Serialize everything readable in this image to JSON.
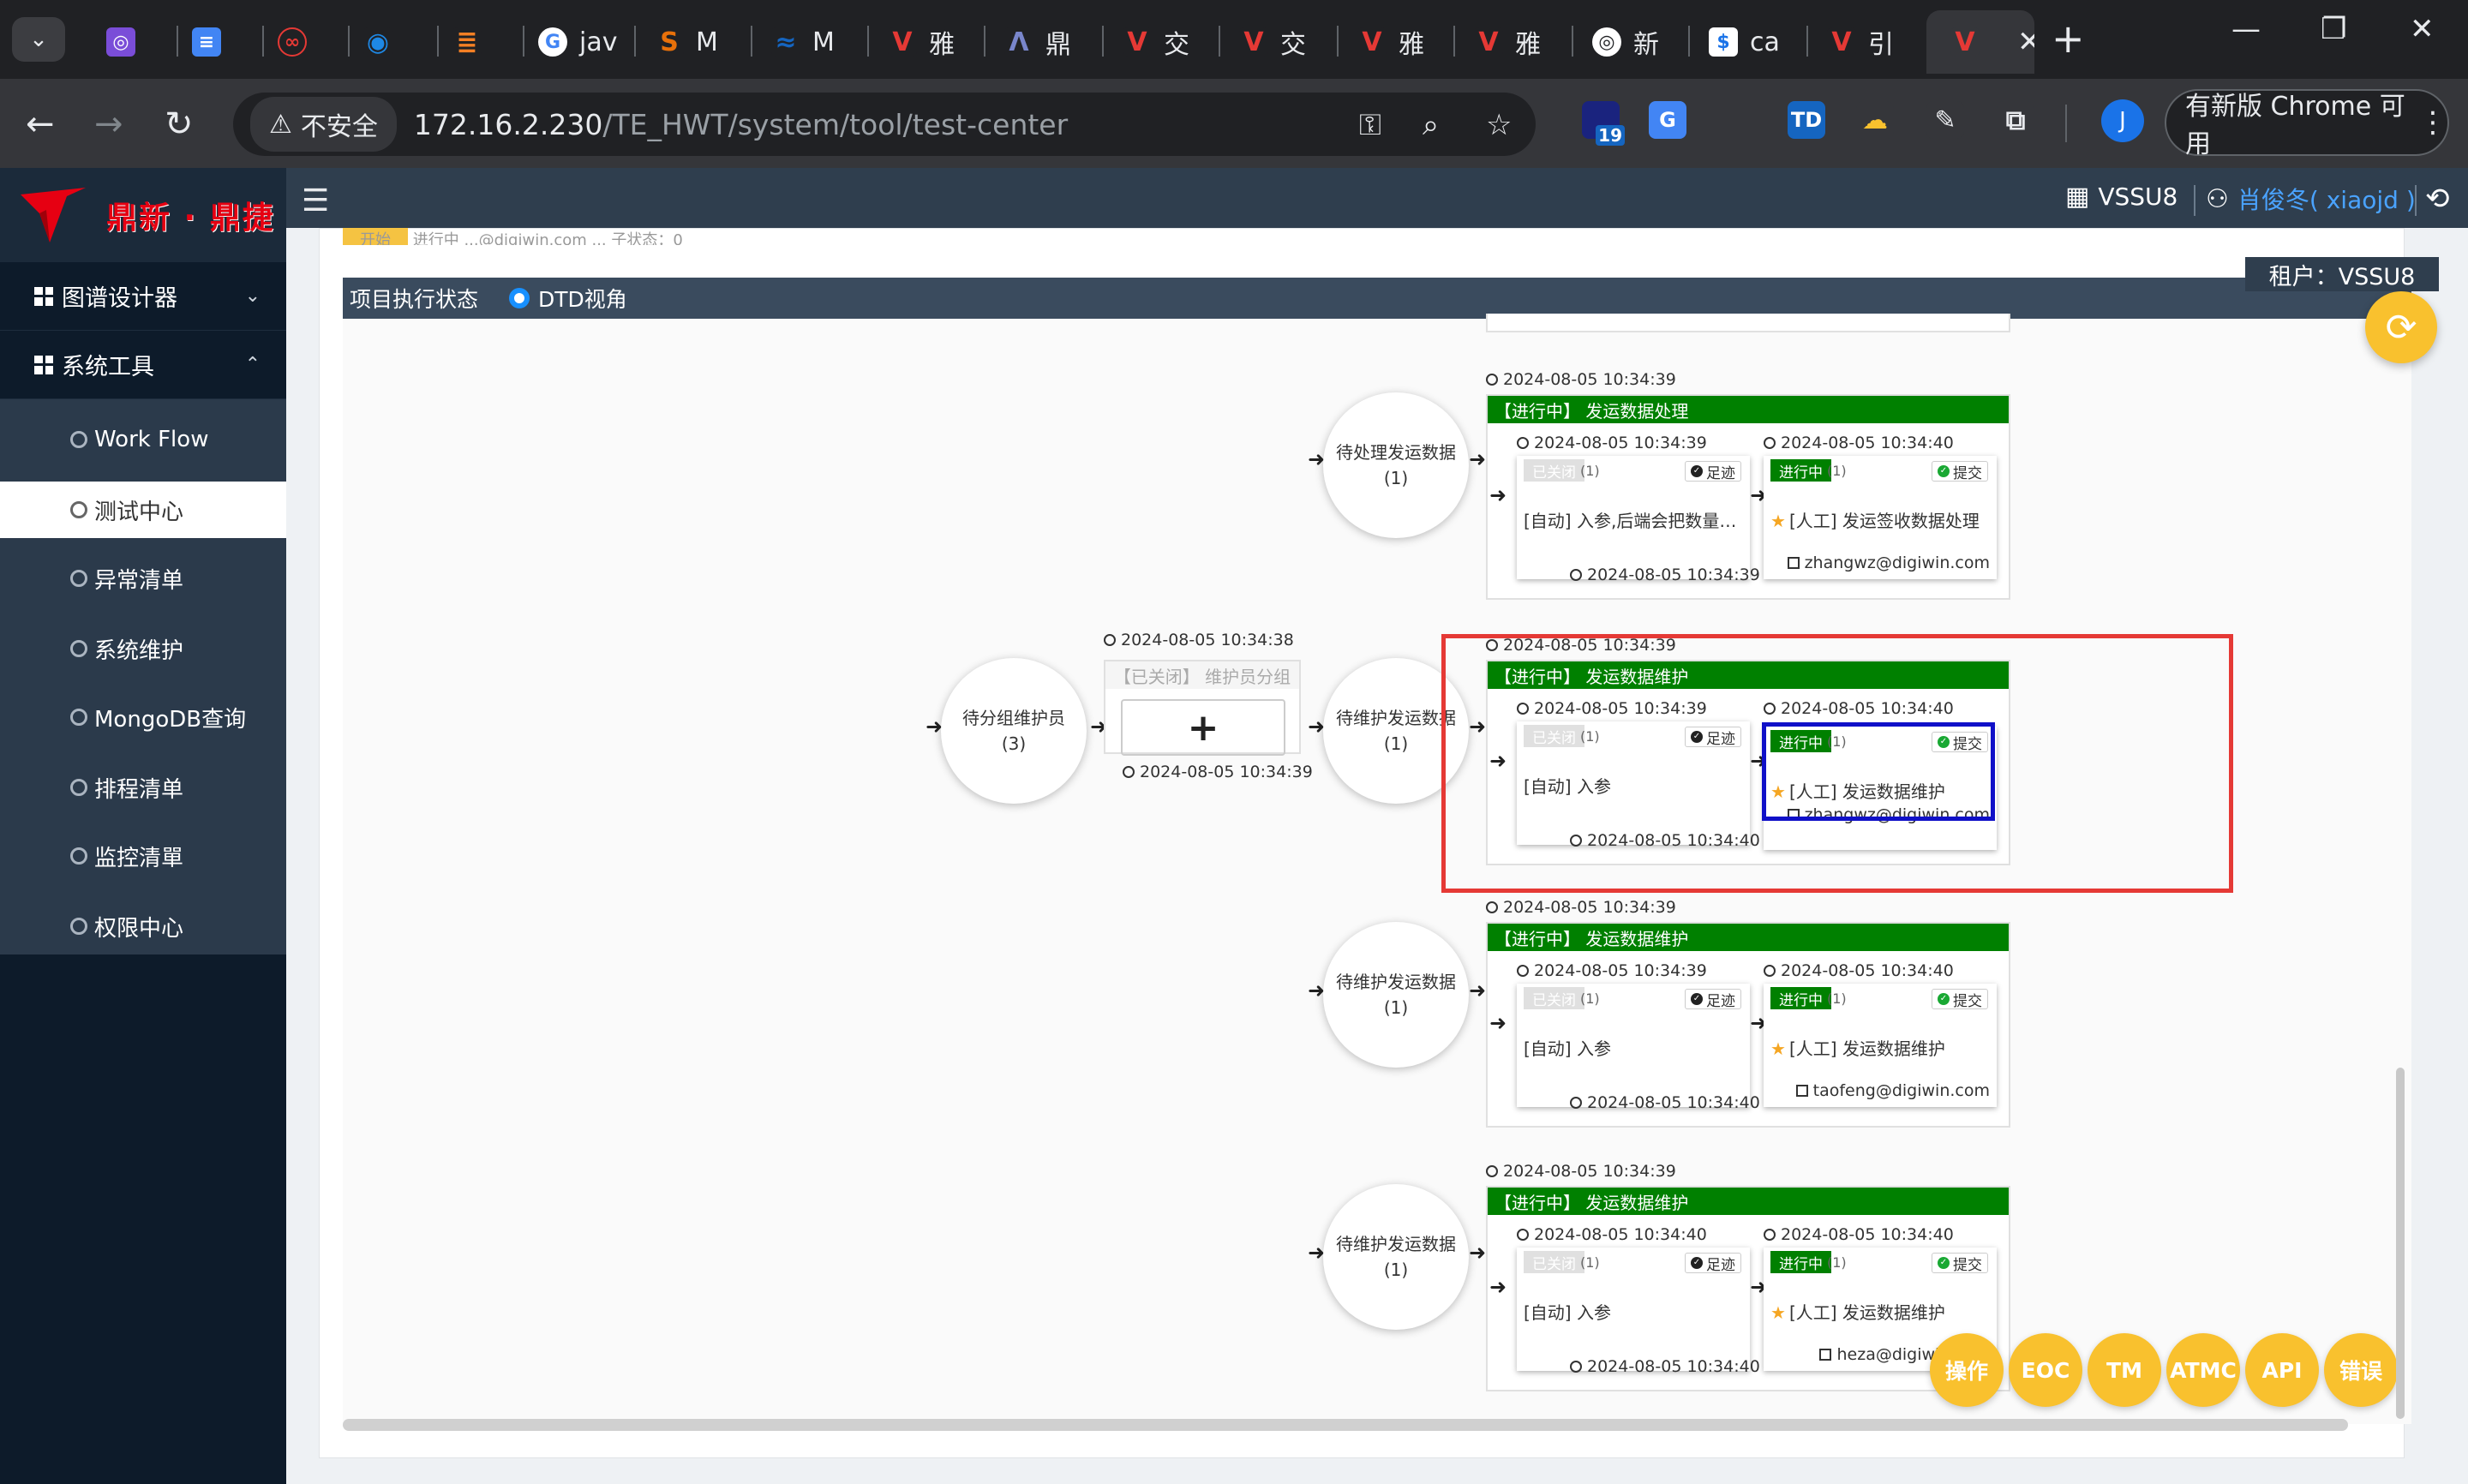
{
  "browser": {
    "tabs": [
      {
        "label": "",
        "color": "#7a4dd8"
      },
      {
        "label": "",
        "color": "#4285f4"
      },
      {
        "label": "",
        "color": "#e53935"
      },
      {
        "label": "",
        "color": "#1e88e5"
      },
      {
        "label": "",
        "color": "#f48024"
      },
      {
        "label": "jav",
        "color": "#ffffff"
      },
      {
        "label": "M",
        "color": "#e8710a"
      },
      {
        "label": "M",
        "color": "#1565c0"
      },
      {
        "label": "雅",
        "color": "#e53935"
      },
      {
        "label": "鼎",
        "color": "#3949ab"
      },
      {
        "label": "交",
        "color": "#e53935"
      },
      {
        "label": "交",
        "color": "#e53935"
      },
      {
        "label": "雅",
        "color": "#e53935"
      },
      {
        "label": "雅",
        "color": "#e53935"
      },
      {
        "label": "新",
        "color": "#ffffff"
      },
      {
        "label": "ca",
        "color": "#1a73e8"
      },
      {
        "label": "引",
        "color": "#e53935"
      }
    ],
    "active_tab_close": "✕",
    "new_tab": "+",
    "not_secure": "不安全",
    "url_host": "172.16.2.230",
    "url_path": "/TE_HWT/system/tool/test-center",
    "ext_badge": "19",
    "avatar_letter": "J",
    "update_label": "有新版 Chrome 可用"
  },
  "header": {
    "logo_text": "鼎新 · 鼎捷",
    "tenant_code": "VSSU8",
    "user": "肖俊冬( xiaojd )",
    "tenant_label": "租户：VSSU8"
  },
  "sidebar": {
    "groups": [
      {
        "label": "图谱设计器",
        "chev": "⌄"
      },
      {
        "label": "系统工具",
        "chev": "⌃"
      }
    ],
    "items": [
      {
        "label": "Work Flow"
      },
      {
        "label": "测试中心"
      },
      {
        "label": "异常清单"
      },
      {
        "label": "系统维护"
      },
      {
        "label": "MongoDB查询"
      },
      {
        "label": "排程清单"
      },
      {
        "label": "监控清單"
      },
      {
        "label": "权限中心"
      }
    ]
  },
  "content": {
    "peek_tag": "开始",
    "peek_text": "进行中 ...@digiwin.com ... 子状态：0",
    "status_title": "项目执行状态",
    "view_label": "DTD视角",
    "group_node": {
      "head": "【已关闭】 维护员分组",
      "plus": "+",
      "ts_top": "2024-08-05 10:34:38",
      "ts_bottom": "2024-08-05 10:34:39"
    },
    "start_circle": {
      "title": "待分组维护员",
      "count": "(3)"
    },
    "flows": [
      {
        "circle": {
          "title": "待处理发运数据",
          "count": "(1)"
        },
        "ts": "2024-08-05 10:34:39",
        "head": "【进行中】 发运数据处理",
        "left_card": {
          "ts": "2024-08-05 10:34:39",
          "badge": "已关闭",
          "count": "(1)",
          "btn": "足迹",
          "body": "[自动] 入参,后端会把数量有...",
          "ts_bottom": "2024-08-05 10:34:39"
        },
        "right_card": {
          "ts": "2024-08-05 10:34:40",
          "badge": "进行中",
          "count": "(1)",
          "btn": "提交",
          "body": "[人工] 发运签收数据处理",
          "user": "zhangwz@digiwin.com"
        }
      },
      {
        "circle": {
          "title": "待维护发运数据",
          "count": "(1)"
        },
        "ts": "2024-08-05 10:34:39",
        "head": "【进行中】 发运数据维护",
        "left_card": {
          "ts": "2024-08-05 10:34:39",
          "badge": "已关闭",
          "count": "(1)",
          "btn": "足迹",
          "body": "[自动] 入参",
          "ts_bottom": "2024-08-05 10:34:40"
        },
        "right_card": {
          "ts": "2024-08-05 10:34:40",
          "badge": "进行中",
          "count": "(1)",
          "btn": "提交",
          "body": "[人工] 发运数据维护",
          "user": "zhangwz@digiwin.com"
        }
      },
      {
        "circle": {
          "title": "待维护发运数据",
          "count": "(1)"
        },
        "ts": "2024-08-05 10:34:39",
        "head": "【进行中】 发运数据维护",
        "left_card": {
          "ts": "2024-08-05 10:34:39",
          "badge": "已关闭",
          "count": "(1)",
          "btn": "足迹",
          "body": "[自动] 入参",
          "ts_bottom": "2024-08-05 10:34:40"
        },
        "right_card": {
          "ts": "2024-08-05 10:34:40",
          "badge": "进行中",
          "count": "(1)",
          "btn": "提交",
          "body": "[人工] 发运数据维护",
          "user": "taofeng@digiwin.com"
        }
      },
      {
        "circle": {
          "title": "待维护发运数据",
          "count": "(1)"
        },
        "ts": "2024-08-05 10:34:39",
        "head": "【进行中】 发运数据维护",
        "left_card": {
          "ts": "2024-08-05 10:34:40",
          "badge": "已关闭",
          "count": "(1)",
          "btn": "足迹",
          "body": "[自动] 入参",
          "ts_bottom": "2024-08-05 10:34:40"
        },
        "right_card": {
          "ts": "2024-08-05 10:34:40",
          "badge": "进行中",
          "count": "(1)",
          "btn": "提交",
          "body": "[人工] 发运数据维护",
          "user": "heza@digiwin.com"
        }
      }
    ],
    "bottom_buttons": [
      "操作",
      "EOC",
      "TM",
      "ATMC",
      "API",
      "错误"
    ]
  }
}
